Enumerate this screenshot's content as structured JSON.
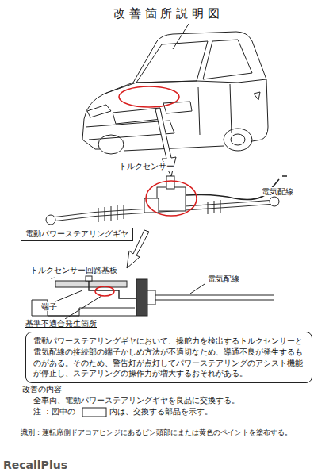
{
  "diagram": {
    "title": "改 善 箇 所 説 明 図",
    "nodes": [
      {
        "text": [
          "電動パワーステアリングギヤ"
        ]
      },
      {
        "text": [
          "電動パワーステアリングギヤにおいて、操舵力を検出するトルクセンサーと電気配線の接続部の端子かしめ方法が不適切なため、導通不良が発生するものがある。そのため、警告灯が点灯してパワーステアリングのアシスト機能が停止し、ステアリングの操作力が増大するおそれがある。"
        ]
      }
    ],
    "labels": [
      "トルクセンサー",
      "電気配線",
      "トルクセンサー回路基板",
      "電気配線",
      "端子",
      "基準不適合発生箇所",
      "改善の内容",
      "全車両、電動パワーステアリングギヤを良品に交換する。",
      "注 ：図中の",
      "内は、交換する部品を示す。",
      "識別：運転席側ドアコアヒンジにあるピン頭部にまたは黄色のペイントを塗布する。",
      "RecallPlus"
    ]
  }
}
